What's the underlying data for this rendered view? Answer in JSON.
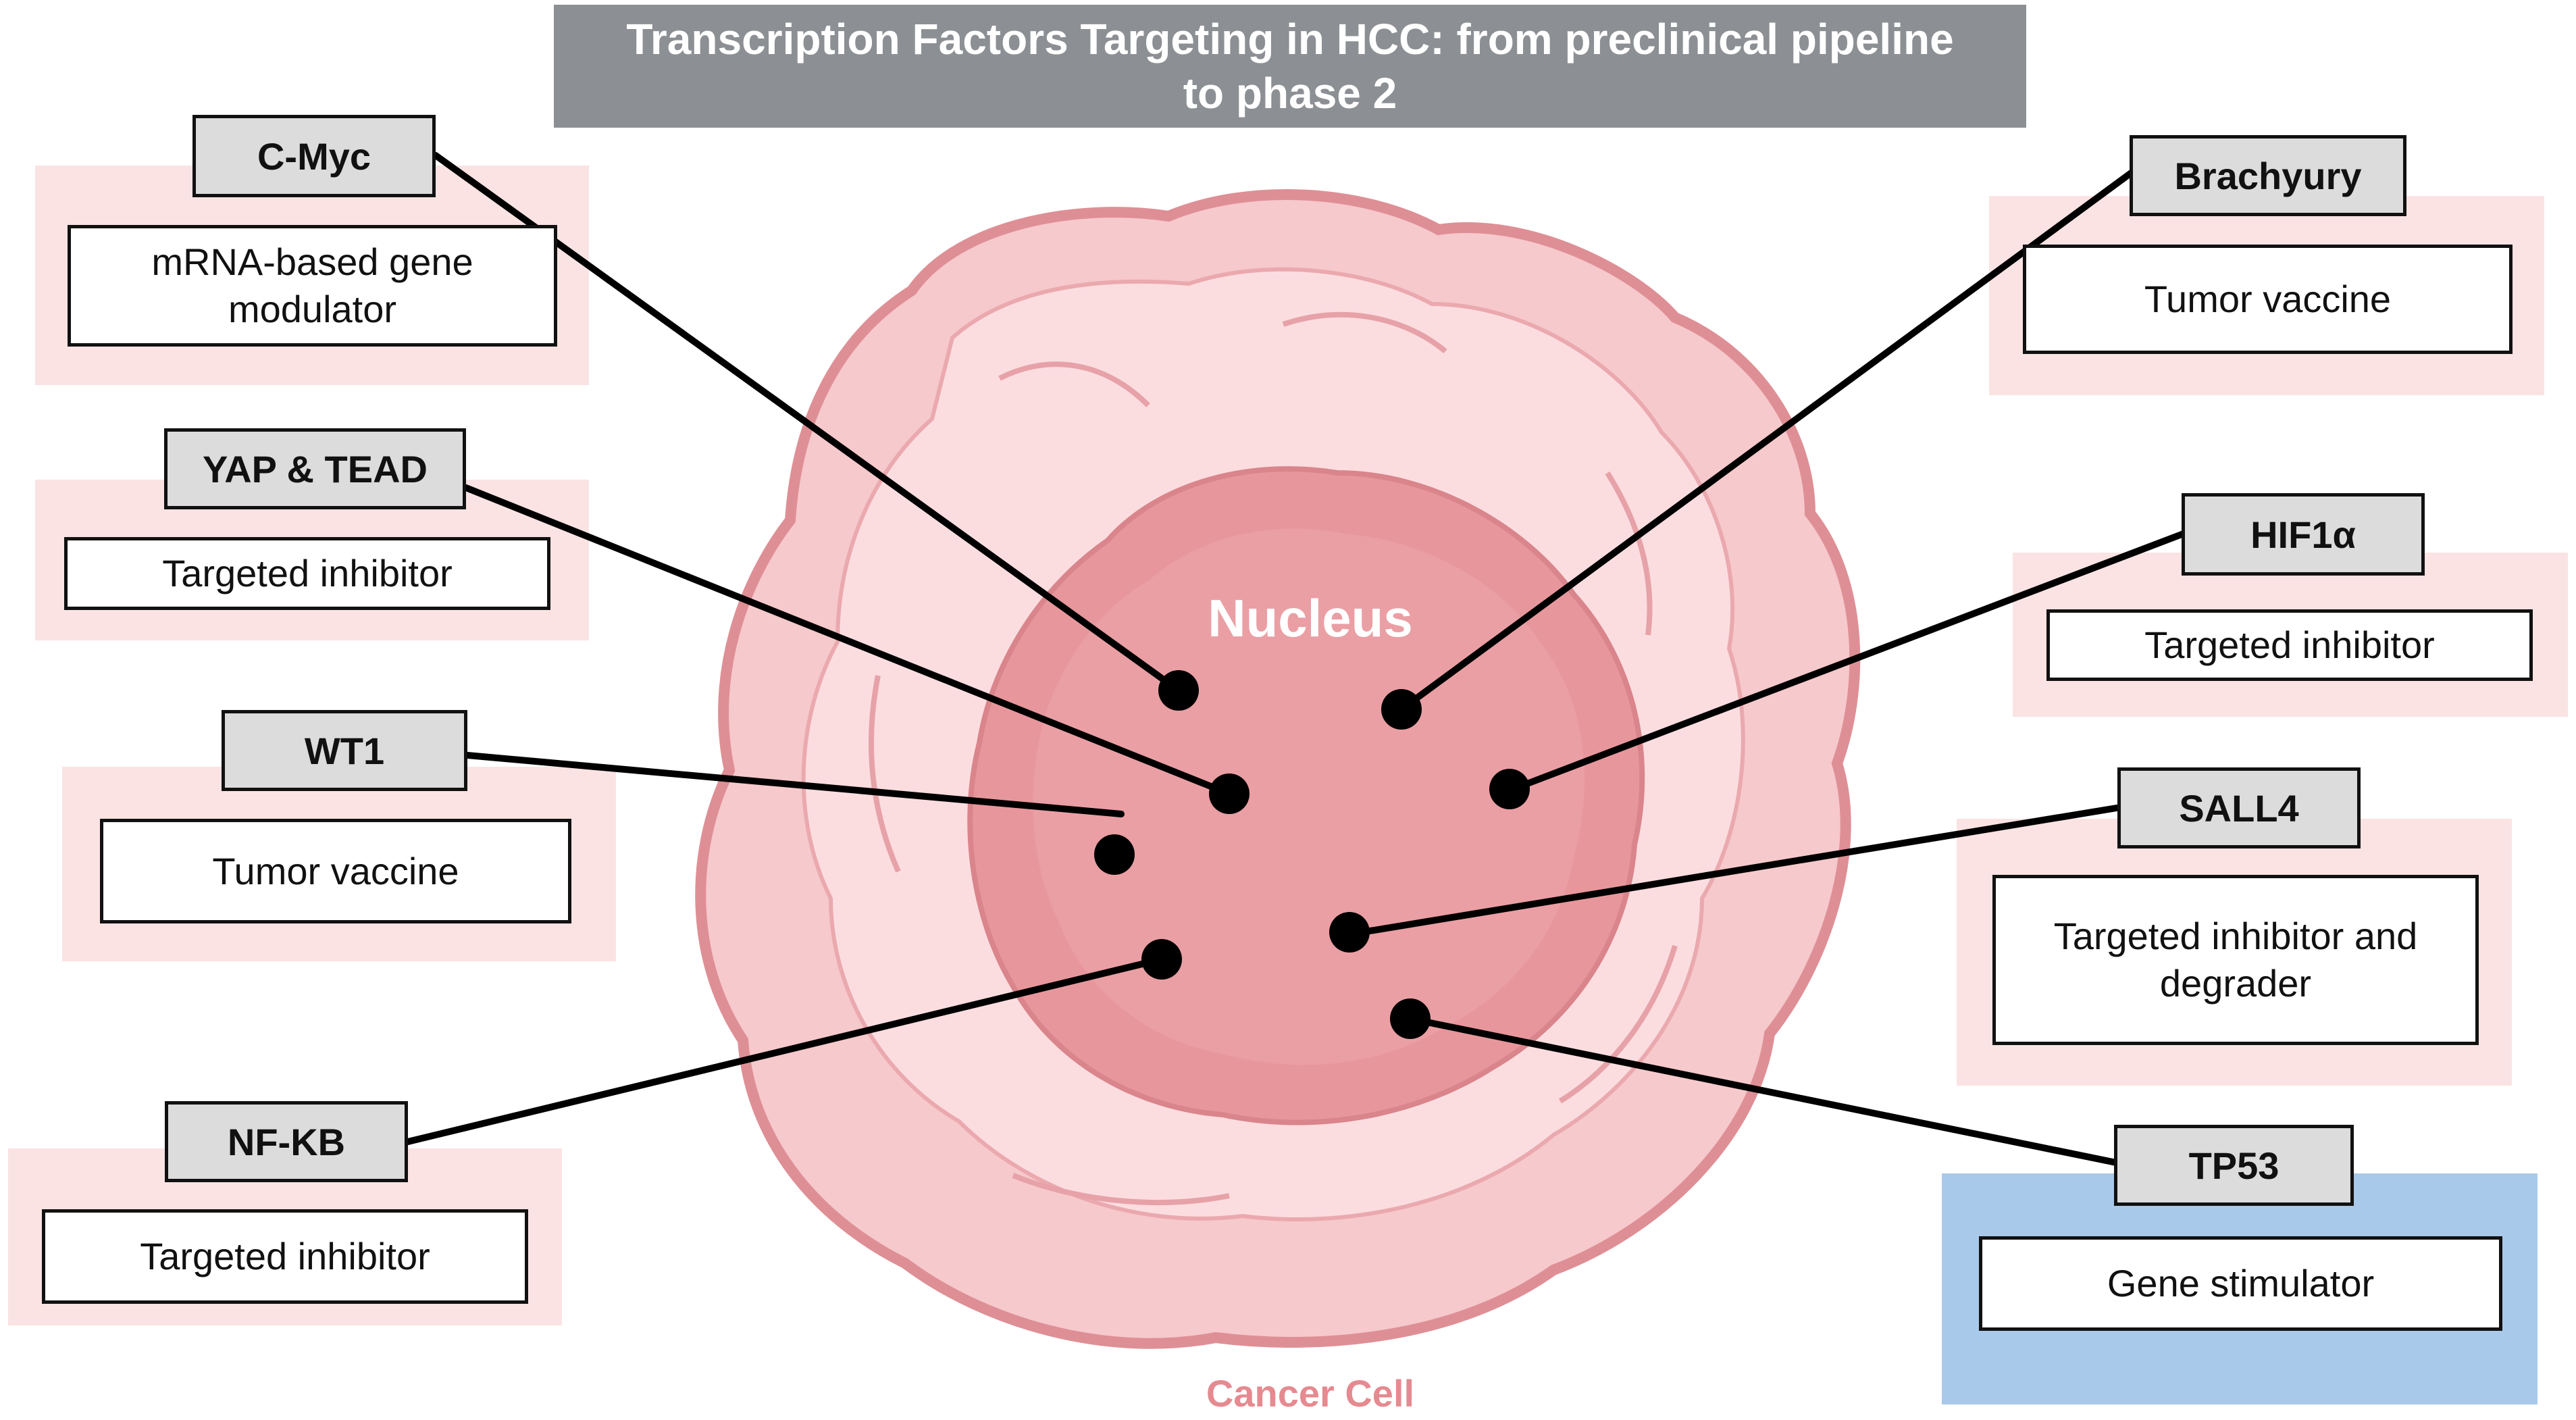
{
  "title": {
    "line1": "Transcription Factors Targeting in HCC: from preclinical pipeline",
    "line2": "to phase 2"
  },
  "nucleus_label": "Nucleus",
  "cell_label": "Cancer Cell",
  "factors": {
    "cmyc": {
      "name": "C-Myc",
      "line1": "mRNA-based gene",
      "line2": "modulator"
    },
    "yap_tead": {
      "name": "YAP & TEAD",
      "line1": "Targeted inhibitor"
    },
    "wt1": {
      "name": "WT1",
      "line1": "Tumor vaccine"
    },
    "nfkb": {
      "name": "NF-KB",
      "line1": "Targeted inhibitor"
    },
    "brachyury": {
      "name": "Brachyury",
      "line1": "Tumor vaccine"
    },
    "hif1a": {
      "name": "HIF1α",
      "line1": "Targeted inhibitor"
    },
    "sall4": {
      "name": "SALL4",
      "line1": "Targeted inhibitor and",
      "line2": "degrader"
    },
    "tp53": {
      "name": "TP53",
      "line1": "Gene stimulator"
    }
  },
  "colors": {
    "title_bg": "#8c8f93",
    "panel_pink": "#fbe3e3",
    "panel_blue": "#a9c9ea",
    "label_gray": "#dcdcdc",
    "cell_fill": "#f6c9cc",
    "nucleus_fill": "#e7979c",
    "cell_label": "#e58a90"
  }
}
